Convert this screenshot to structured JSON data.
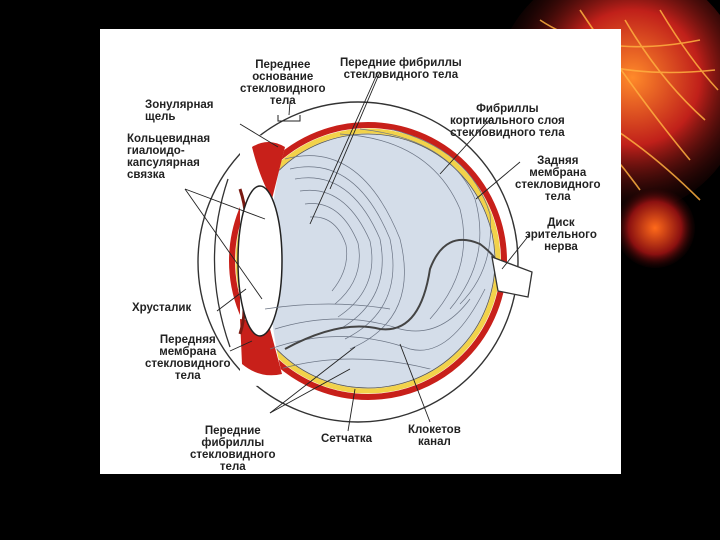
{
  "colors": {
    "background": "#000000",
    "panel": "#ffffff",
    "vitreous": "#d4dde9",
    "retina_yellow": "#f2d24a",
    "choroid_red": "#c8201a",
    "deco_orange": "#ff6a1a",
    "deco_red": "#b01818"
  },
  "labels": {
    "anterior_base": "Переднее\nоснование\nстекловидного\nтела",
    "anterior_fibrils_top": "Передние фибриллы\nстекловидного тела",
    "zonular_cleft": "Зонулярная\nщель",
    "cortical_fibrils": "Фибриллы\nкортикального слоя\nстекловидного тела",
    "ring_ligament": "Кольцевидная\nгиалоидо-\nкапсулярная\nсвязка",
    "posterior_membrane": "Задняя\nмембрана\nстекловидного\nтела",
    "optic_disc": "Диск\nзрительного\nнерва",
    "lens": "Хрусталик",
    "anterior_membrane": "Передняя\nмембрана\nстекловидного\nтела",
    "anterior_fibrils_bottom": "Передние\nфибриллы\nстекловидного\nтела",
    "retina": "Сетчатка",
    "cloquet_canal": "Клокетов\nканал"
  }
}
